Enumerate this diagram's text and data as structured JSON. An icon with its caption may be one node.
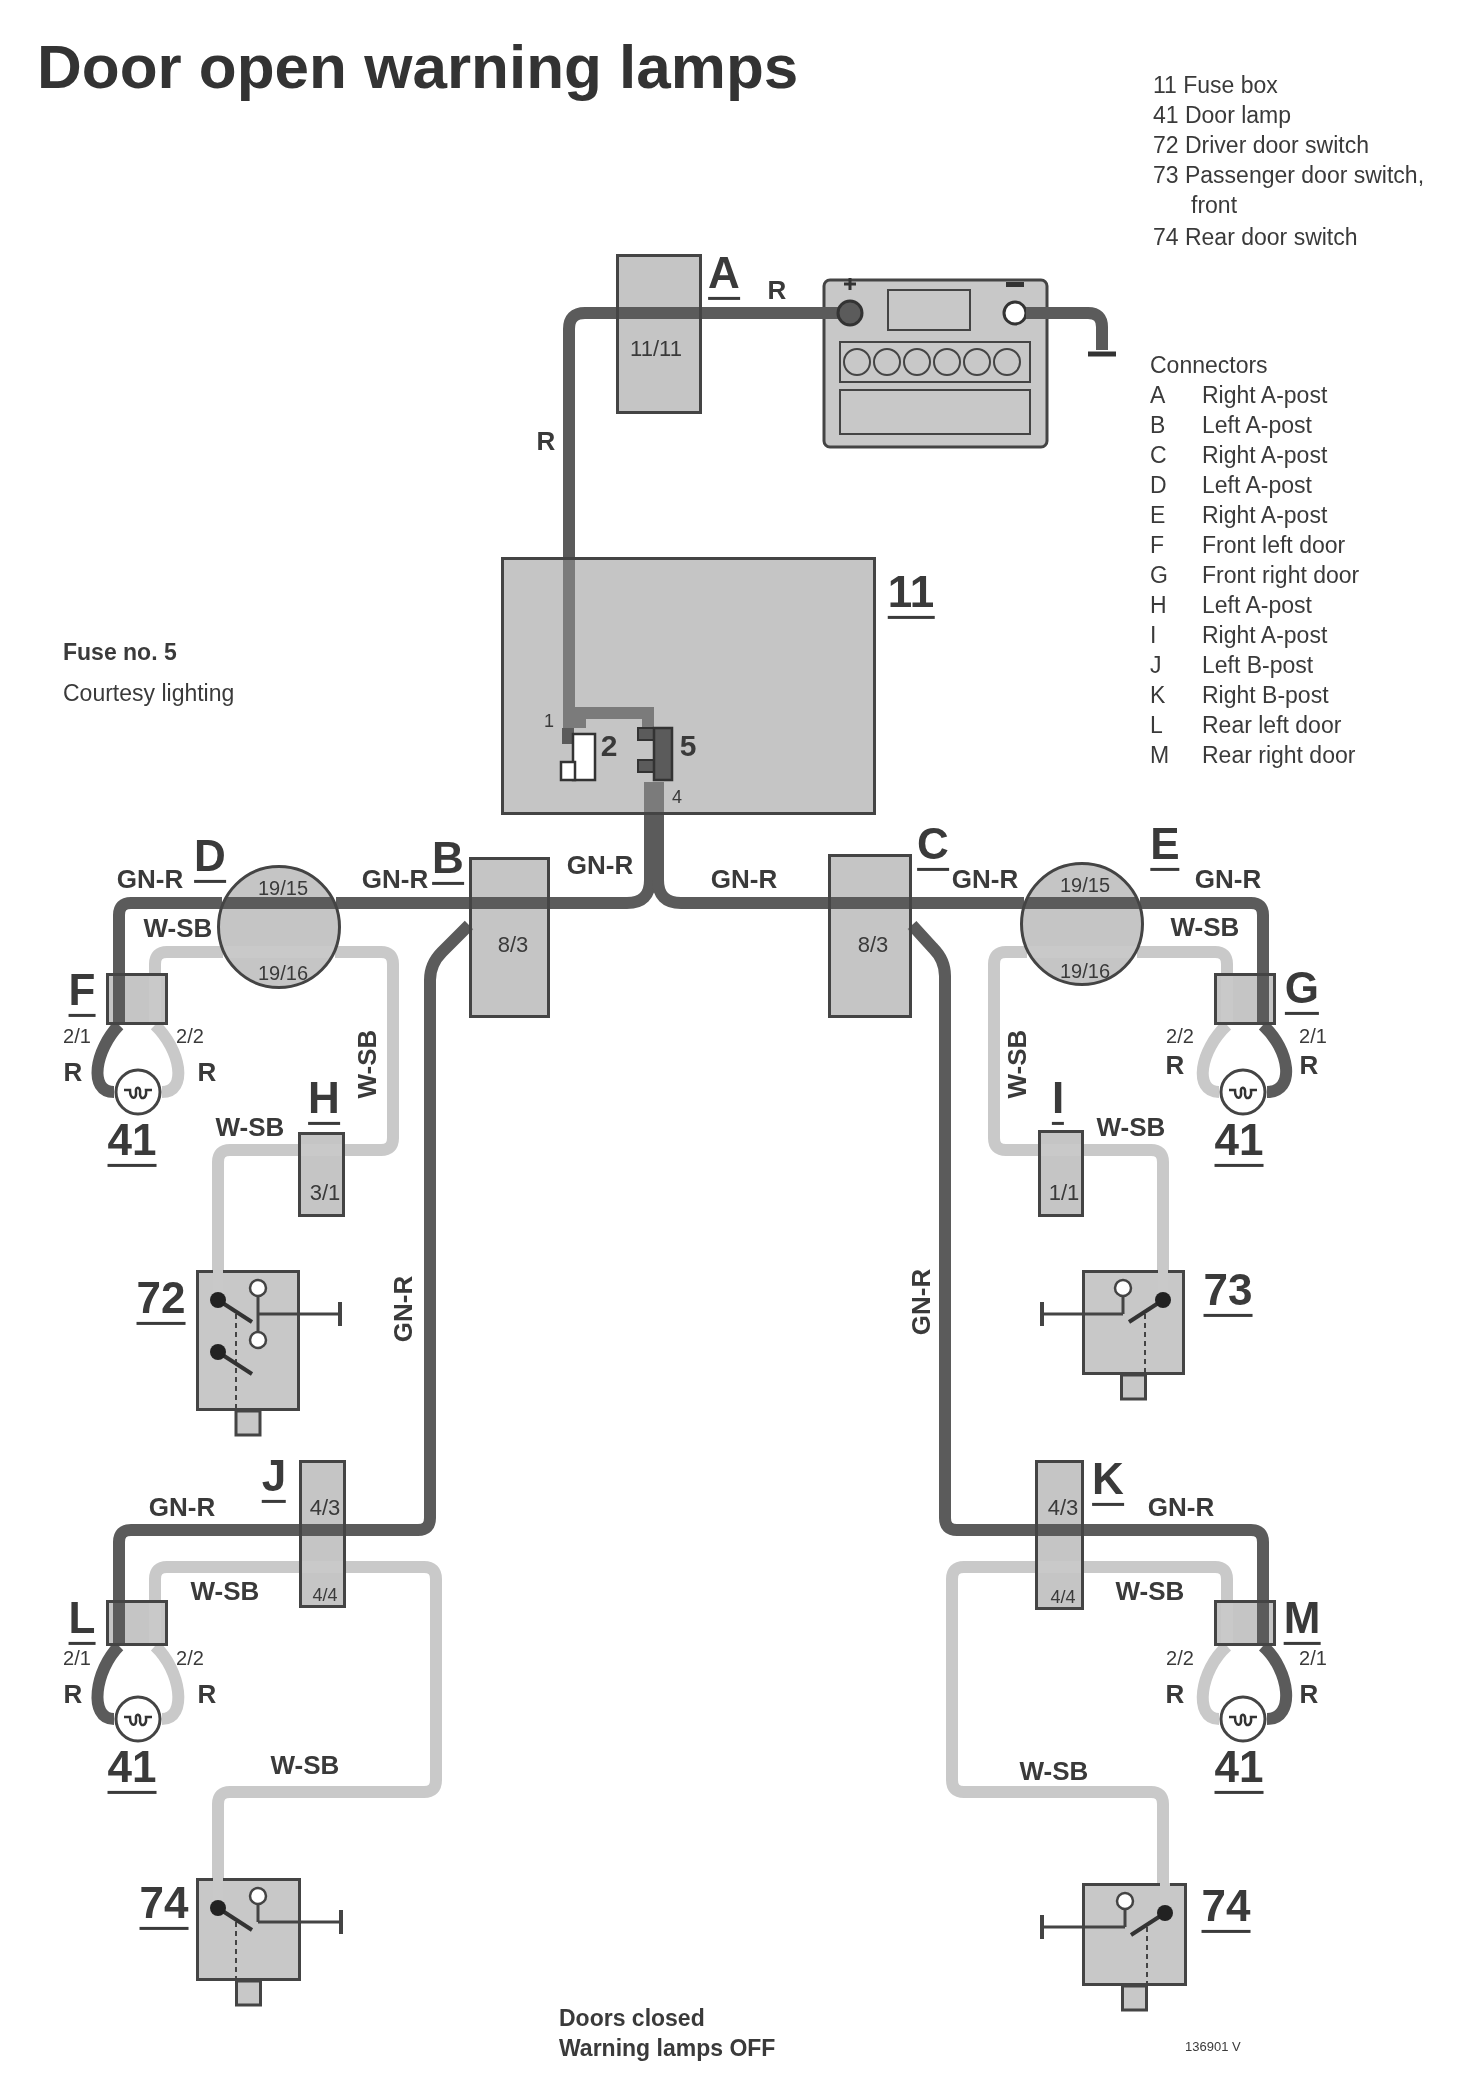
{
  "diagram": {
    "title": "Door open warning lamps",
    "nodes": [
      {
        "text": [],
        "shape": "picture"
      },
      {
        "text": [
          "A",
          "11/11"
        ]
      },
      {
        "text": [
          "11"
        ]
      },
      {
        "text": [
          "2"
        ],
        "in": 2,
        "beside": [
          "1"
        ]
      },
      {
        "text": [
          "5"
        ],
        "in": 2,
        "beside": [
          "4"
        ]
      },
      {
        "text": [
          "B",
          "8/3"
        ]
      },
      {
        "text": [
          "C",
          "8/3"
        ]
      },
      {
        "text": [
          "D",
          "19/15",
          "19/16"
        ]
      },
      {
        "text": [
          "E",
          "19/15",
          "19/16"
        ]
      },
      {
        "text": [
          "F"
        ],
        "beside": [
          "2/1",
          "2/2"
        ]
      },
      {
        "text": [
          "G"
        ],
        "beside": [
          "2/2",
          "2/1"
        ]
      },
      {
        "text": [
          "41"
        ]
      },
      {
        "text": [
          "41"
        ]
      },
      {
        "text": [
          "H",
          "3/1"
        ]
      },
      {
        "text": [
          "I",
          "1/1"
        ]
      },
      {
        "text": [
          "72"
        ]
      },
      {
        "text": [
          "73"
        ]
      },
      {
        "text": [
          "J",
          "4/3",
          "4/4"
        ]
      },
      {
        "text": [
          "K",
          "4/3",
          "4/4"
        ]
      },
      {
        "text": [
          "L"
        ],
        "beside": [
          "2/1",
          "2/2"
        ]
      },
      {
        "text": [
          "M"
        ],
        "beside": [
          "2/2",
          "2/1"
        ]
      },
      {
        "text": [
          "41"
        ]
      },
      {
        "text": [
          "41"
        ]
      },
      {
        "text": [
          "74"
        ]
      },
      {
        "text": [
          "74"
        ]
      }
    ],
    "edges": [
      {
        "from": 0,
        "to": 1,
        "arrow": "none",
        "label": "R"
      },
      {
        "from": 1,
        "to": 3,
        "arrow": "none",
        "label": "R"
      },
      {
        "from": 3,
        "to": 4,
        "arrow": "none"
      },
      {
        "from": 4,
        "to": 5,
        "arrow": "none",
        "label": "GN-R"
      },
      {
        "from": 4,
        "to": 6,
        "arrow": "none",
        "label": "GN-R"
      },
      {
        "from": 5,
        "to": 7,
        "arrow": "none",
        "label": "GN-R"
      },
      {
        "from": 7,
        "to": 9,
        "arrow": "none",
        "label": "GN-R"
      },
      {
        "from": 9,
        "to": 11,
        "arrow": "none",
        "label": "R"
      },
      {
        "from": 9,
        "to": 11,
        "arrow": "none",
        "label": "R",
        "color": "#c9c9c9"
      },
      {
        "from": 9,
        "to": 7,
        "arrow": "none",
        "label": "W-SB",
        "color": "#c9c9c9"
      },
      {
        "from": 7,
        "to": 13,
        "arrow": "none",
        "label": "W-SB",
        "color": "#c9c9c9"
      },
      {
        "from": 13,
        "to": 15,
        "arrow": "none",
        "label": "W-SB",
        "color": "#c9c9c9"
      },
      {
        "from": 6,
        "to": 8,
        "arrow": "none",
        "label": "GN-R"
      },
      {
        "from": 8,
        "to": 10,
        "arrow": "none",
        "label": "GN-R"
      },
      {
        "from": 10,
        "to": 12,
        "arrow": "none",
        "label": "R"
      },
      {
        "from": 10,
        "to": 12,
        "arrow": "none",
        "label": "R",
        "color": "#c9c9c9"
      },
      {
        "from": 10,
        "to": 8,
        "arrow": "none",
        "label": "W-SB",
        "color": "#c9c9c9"
      },
      {
        "from": 8,
        "to": 14,
        "arrow": "none",
        "label": "W-SB",
        "color": "#c9c9c9"
      },
      {
        "from": 14,
        "to": 16,
        "arrow": "none",
        "label": "W-SB",
        "color": "#c9c9c9"
      },
      {
        "from": 5,
        "to": 17,
        "arrow": "none",
        "label": "GN-R"
      },
      {
        "from": 17,
        "to": 19,
        "arrow": "none",
        "label": "GN-R"
      },
      {
        "from": 19,
        "to": 21,
        "arrow": "none",
        "label": "R"
      },
      {
        "from": 19,
        "to": 21,
        "arrow": "none",
        "label": "R",
        "color": "#c9c9c9"
      },
      {
        "from": 19,
        "to": 17,
        "arrow": "none",
        "label": "W-SB",
        "color": "#c9c9c9"
      },
      {
        "from": 17,
        "to": 23,
        "arrow": "none",
        "label": "W-SB",
        "color": "#c9c9c9"
      },
      {
        "from": 6,
        "to": 18,
        "arrow": "none",
        "label": "GN-R"
      },
      {
        "from": 18,
        "to": 20,
        "arrow": "none",
        "label": "GN-R"
      },
      {
        "from": 20,
        "to": 22,
        "arrow": "none",
        "label": "R"
      },
      {
        "from": 20,
        "to": 22,
        "arrow": "none",
        "label": "R",
        "color": "#c9c9c9"
      },
      {
        "from": 20,
        "to": 18,
        "arrow": "none",
        "label": "W-SB",
        "color": "#c9c9c9"
      },
      {
        "from": 18,
        "to": 24,
        "arrow": "none",
        "label": "W-SB",
        "color": "#c9c9c9"
      }
    ],
    "labels": [
      "11 Fuse box",
      "41 Door lamp",
      "72 Driver door switch",
      "73 Passenger door switch, front",
      "74 Rear door switch",
      "Connectors",
      "A",
      "Right A-post",
      "B",
      "Left A-post",
      "C",
      "Right A-post",
      "D",
      "Left A-post",
      "E",
      "Right A-post",
      "F",
      "Front left door",
      "G",
      "Front right door",
      "H",
      "Left A-post",
      "I",
      "Right A-post",
      "J",
      "Left B-post",
      "K",
      "Right B-post",
      "L",
      "Rear left door",
      "M",
      "Rear right door",
      "Fuse no. 5",
      "Courtesy lighting",
      "Doors closed",
      "Warning lamps OFF",
      "136901 V"
    ]
  }
}
